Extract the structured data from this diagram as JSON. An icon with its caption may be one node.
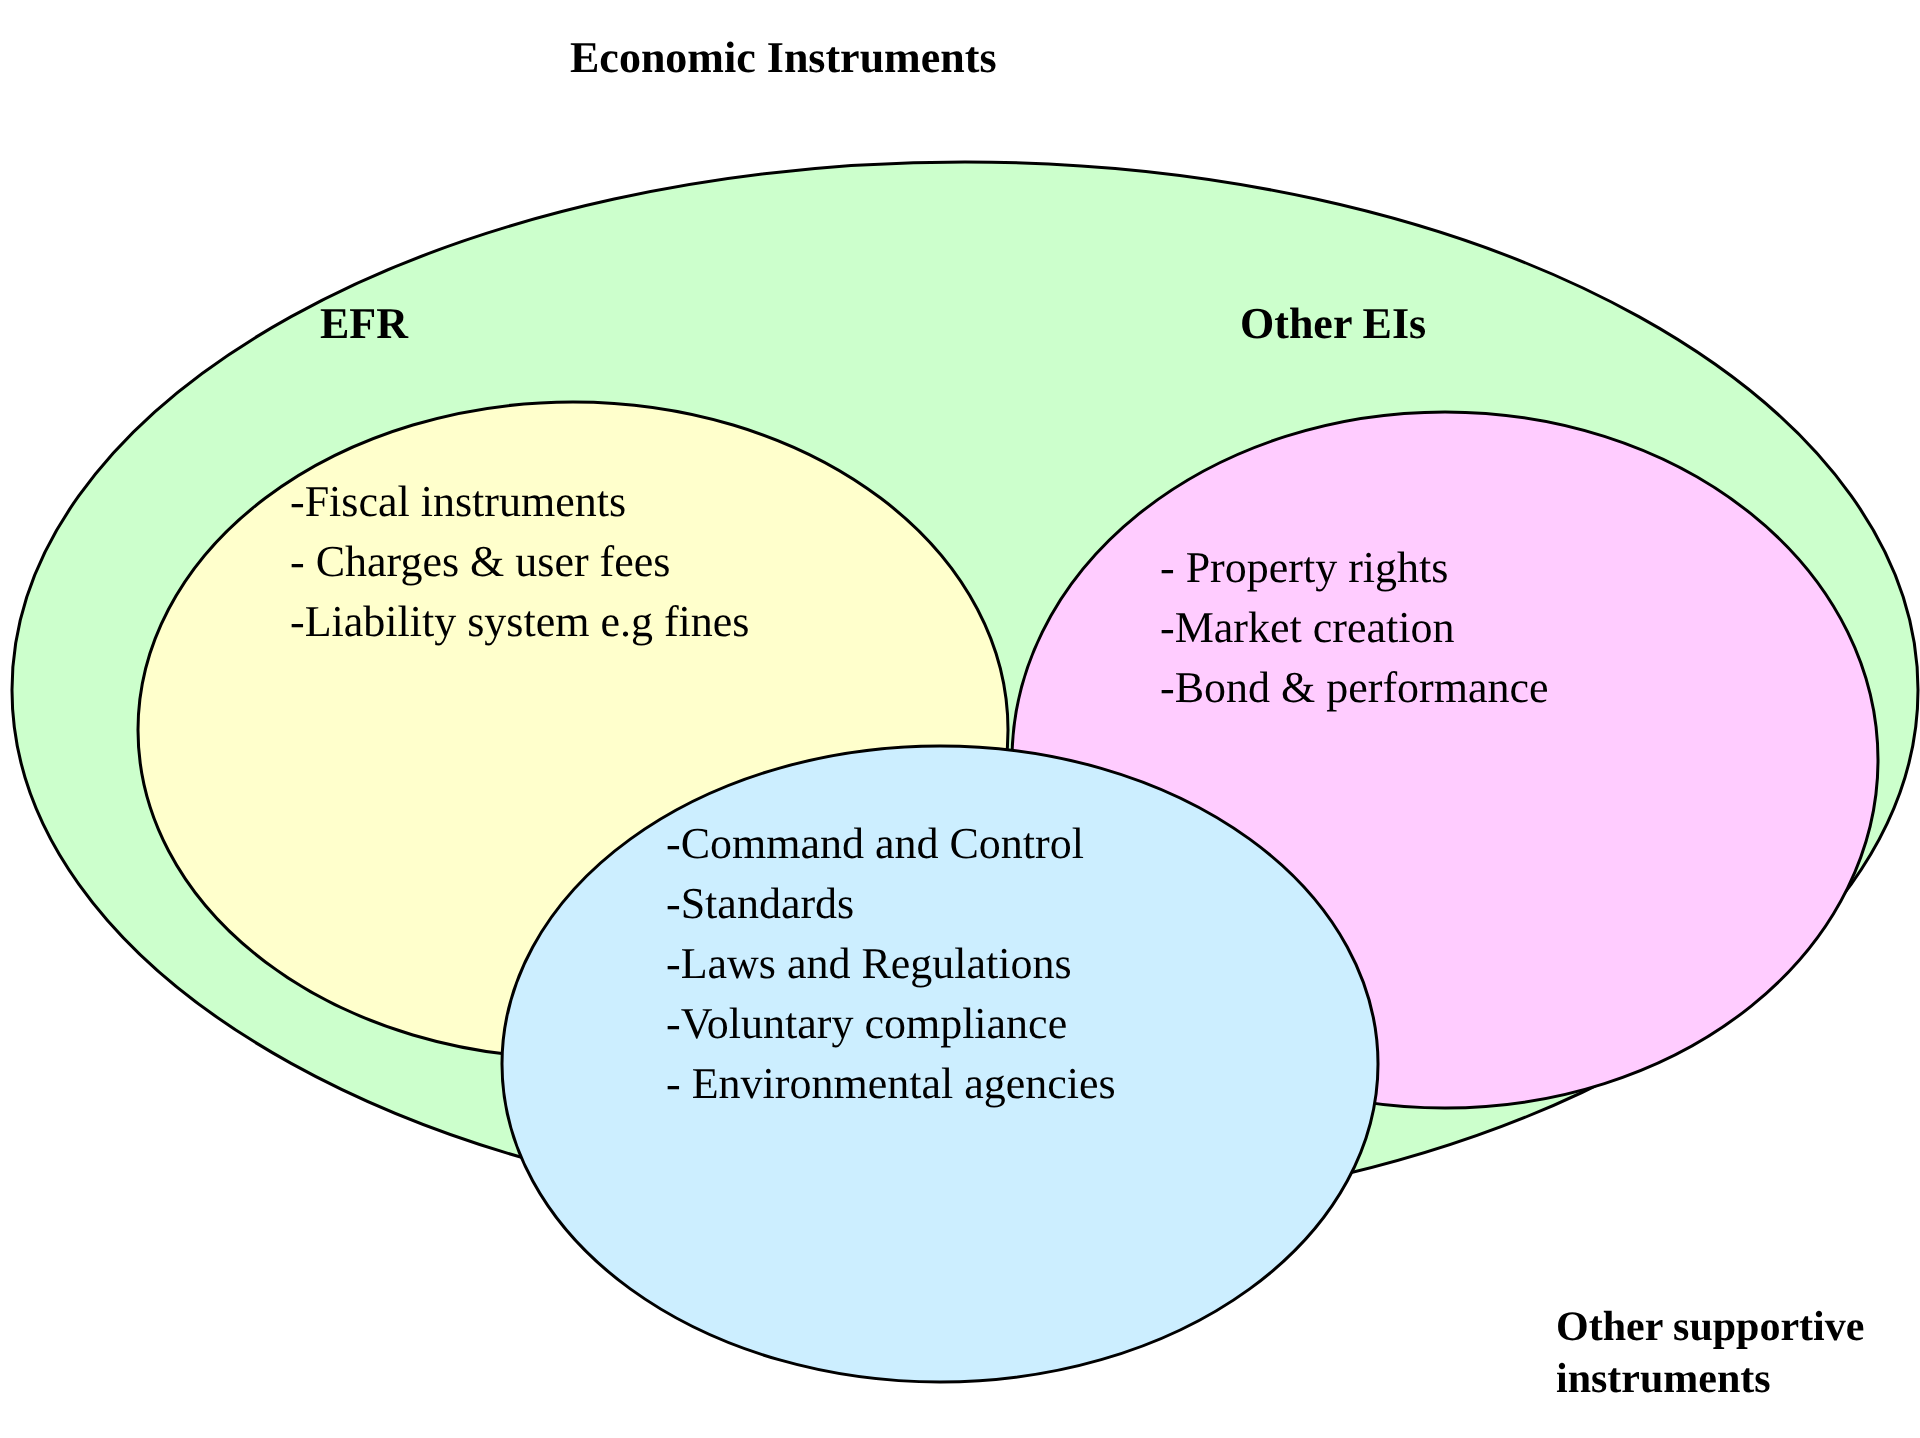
{
  "diagram": {
    "nodes": [
      {
        "text": [
          "Economic Instruments"
        ]
      },
      {
        "text": [
          "EFR",
          "-Fiscal instruments",
          "- Charges & user fees",
          "-Liability system e.g fines"
        ],
        "in": 0
      },
      {
        "text": [
          "Other EIs",
          "- Property rights",
          "-Market creation",
          "-Bond & performance"
        ],
        "in": 0
      },
      {
        "text": [
          "-Command and Control",
          "-Standards",
          "-Laws and Regulations",
          "-Voluntary compliance",
          "- Environmental agencies"
        ]
      }
    ],
    "edges": [],
    "labels": [
      "Other supportive instruments"
    ]
  }
}
